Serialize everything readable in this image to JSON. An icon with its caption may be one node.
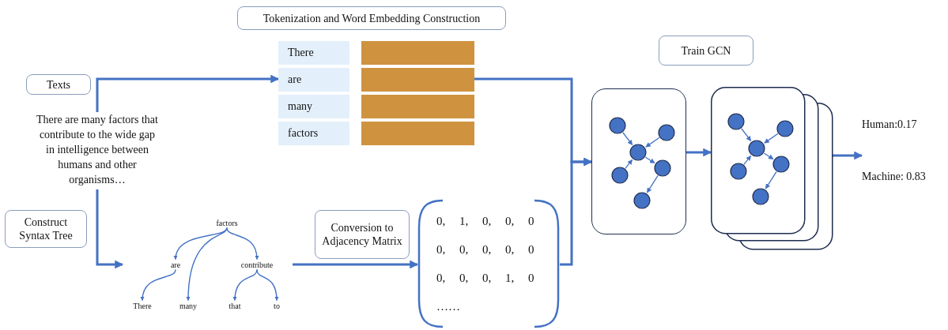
{
  "diagram": {
    "nodes": [
      {
        "text": [
          "Tokenization and Word Embedding Construction"
        ]
      },
      {
        "text": [
          "Texts"
        ]
      },
      {
        "text": [
          "There are many factors that contribute to the wide gap in intelligence between humans and other organisms…"
        ]
      },
      {
        "text": [
          "There",
          "are",
          "many",
          "factors"
        ]
      },
      {
        "text": [
          "Train GCN"
        ]
      },
      {
        "text": [],
        "shape": "box"
      },
      {
        "text": [],
        "shape": "box"
      },
      {
        "text": [
          "Human:0.17",
          "Machine: 0.83"
        ]
      },
      {
        "text": [
          "Construct Syntax Tree"
        ]
      },
      {
        "text": [],
        "shape": "picture"
      },
      {
        "text": [
          "factors"
        ],
        "in": 9
      },
      {
        "text": [
          "are"
        ],
        "in": 9
      },
      {
        "text": [
          "contribute"
        ],
        "in": 9
      },
      {
        "text": [
          "There"
        ],
        "in": 9
      },
      {
        "text": [
          "many"
        ],
        "in": 9
      },
      {
        "text": [
          "that"
        ],
        "in": 9
      },
      {
        "text": [
          "to"
        ],
        "in": 9
      },
      {
        "text": [
          "Conversion to Adjacency Matrix"
        ]
      },
      {
        "text": [
          "0, 1, 0, 0, 0",
          "0, 0, 0, 0, 0",
          "0, 0, 0, 1, 0",
          "……"
        ]
      }
    ],
    "edges": [
      {
        "from": 2,
        "to": 3,
        "arrow": "to"
      },
      {
        "from": 2,
        "to": 9,
        "arrow": "to"
      },
      {
        "from": 10,
        "to": 11,
        "arrow": "to"
      },
      {
        "from": 10,
        "to": 14,
        "arrow": "to"
      },
      {
        "from": 10,
        "to": 12,
        "arrow": "to"
      },
      {
        "from": 11,
        "to": 13,
        "arrow": "to"
      },
      {
        "from": 12,
        "to": 15,
        "arrow": "to"
      },
      {
        "from": 12,
        "to": 16,
        "arrow": "to"
      },
      {
        "from": 9,
        "to": 18,
        "arrow": "to"
      },
      {
        "from": 3,
        "to": 5,
        "arrow": "to"
      },
      {
        "from": 18,
        "to": 5,
        "arrow": "to"
      },
      {
        "from": 5,
        "to": 6,
        "arrow": "to"
      },
      {
        "from": 6,
        "to": 7,
        "arrow": "to"
      }
    ]
  }
}
